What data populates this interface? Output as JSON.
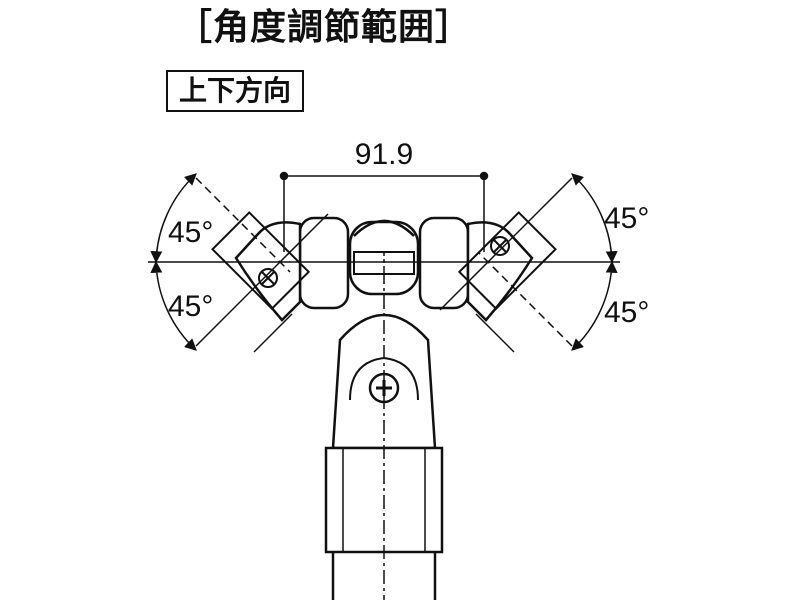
{
  "title": "［角度調節範囲］",
  "subtitle": "上下方向",
  "dimensions": {
    "width": "91.9",
    "left_upper_angle": "45°",
    "left_lower_angle": "45°",
    "right_upper_angle": "45°",
    "right_lower_angle": "45°"
  }
}
